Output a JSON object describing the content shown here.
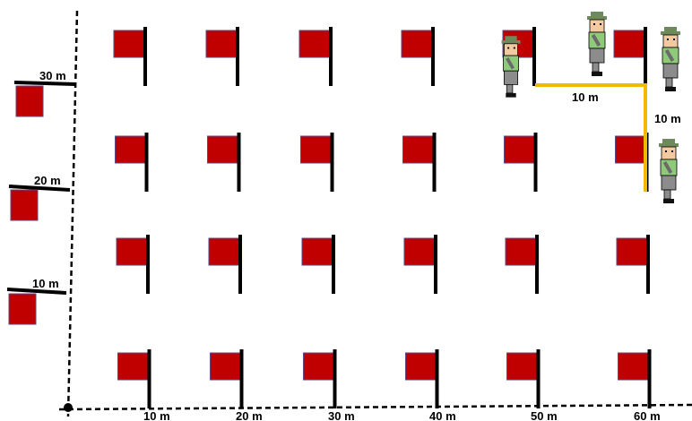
{
  "colors": {
    "flag": "#c00000",
    "flag_border": "#5a4a8a",
    "pole": "#000000",
    "path": "#f5b800",
    "shirt": "#8fc97a",
    "hat": "#6d8b5a",
    "face": "#f2c9a0",
    "trousers": "#8c8c8c"
  },
  "axes": {
    "x_labels": [
      "10 m",
      "20 m",
      "30 m",
      "40 m",
      "50 m",
      "60 m"
    ],
    "y_labels": [
      "10 m",
      "20 m",
      "30 m"
    ]
  },
  "flag_field": {
    "columns": 6,
    "rows": 4
  },
  "path": {
    "horizontal_label": "10 m",
    "vertical_label": "10 m"
  },
  "walker": {
    "icon": "walking-person-icon"
  }
}
